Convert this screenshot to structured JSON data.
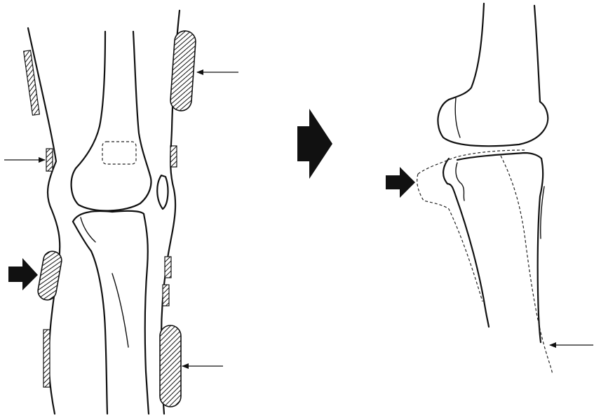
{
  "figure": {
    "left_panel": "knee-front-view-with-splint-pads",
    "center_marker": "transition-arrow",
    "right_panel": "knee-side-view-tibia-displacement"
  },
  "colors": {
    "line": "#111111",
    "pad_hatch": "#111111",
    "background": "#ffffff"
  },
  "icons": {
    "big_arrow": "solid-black-arrow",
    "small_arrow": "thin-arrow-with-head",
    "pad": "hatched-pressure-pad"
  }
}
